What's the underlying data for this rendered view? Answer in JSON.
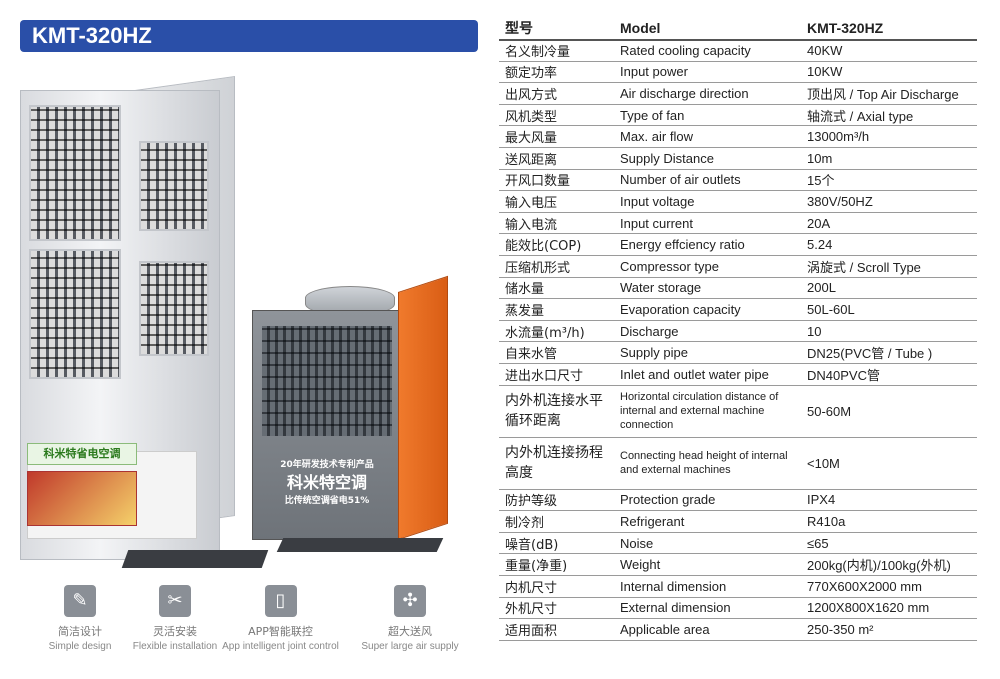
{
  "title": "KMT-320HZ",
  "indoor_labels": {
    "green_panel": "科米特省电空调"
  },
  "outdoor_labels": {
    "line1": "20年研发技术专利产品",
    "line2": "科米特空调",
    "line3": "比传统空调省电51%"
  },
  "features": [
    {
      "icon": "edit-icon",
      "cn": "简洁设计",
      "en": "Simple design"
    },
    {
      "icon": "tools-icon",
      "cn": "灵活安装",
      "en": "Flexible installation"
    },
    {
      "icon": "phone-icon",
      "cn": "APP智能联控",
      "en": "App intelligent joint control"
    },
    {
      "icon": "fan-icon",
      "cn": "超大送风",
      "en": "Super large air supply"
    }
  ],
  "table": {
    "header": {
      "cn": "型号",
      "en": "Model",
      "value": "KMT-320HZ"
    },
    "rows": [
      {
        "cn": "名义制冷量",
        "en": "Rated cooling capacity",
        "value": "40KW"
      },
      {
        "cn": "额定功率",
        "en": "Input power",
        "value": "10KW"
      },
      {
        "cn": "出风方式",
        "en": "Air discharge direction",
        "value": "顶出风 / Top Air Discharge"
      },
      {
        "cn": "风机类型",
        "en": "Type of fan",
        "value": "轴流式 / Axial type"
      },
      {
        "cn": "最大风量",
        "en": "Max. air flow",
        "value": "13000m³/h"
      },
      {
        "cn": "送风距离",
        "en": "Supply Distance",
        "value": "10m"
      },
      {
        "cn": "开风口数量",
        "en": "Number of air outlets",
        "value": "15个"
      },
      {
        "cn": "输入电压",
        "en": "Input voltage",
        "value": "380V/50HZ"
      },
      {
        "cn": "输入电流",
        "en": "Input current",
        "value": "20A"
      },
      {
        "cn": "能效比(COP)",
        "en": "Energy effciency ratio",
        "value": "5.24"
      },
      {
        "cn": "压缩机形式",
        "en": "Compressor type",
        "value": "涡旋式 / Scroll Type"
      },
      {
        "cn": "储水量",
        "en": "Water storage",
        "value": "200L"
      },
      {
        "cn": "蒸发量",
        "en": "Evaporation capacity",
        "value": "50L-60L"
      },
      {
        "cn": "水流量(m³/h)",
        "en": "Discharge",
        "value": "10"
      },
      {
        "cn": "自来水管",
        "en": "Supply pipe",
        "value": "DN25(PVC管 / Tube )"
      },
      {
        "cn": "进出水口尺寸",
        "en": "Inlet and outlet water pipe",
        "value": "DN40PVC管"
      }
    ],
    "tall_rows": [
      {
        "cn": "内外机连接水平循环距离",
        "en": "Horizontal circulation distance of internal and external machine connection",
        "value": "50-60M"
      },
      {
        "cn": "内外机连接扬程高度",
        "en": "Connecting head height of internal and external machines",
        "value": "<10M"
      }
    ],
    "rows2": [
      {
        "cn": "防护等级",
        "en": "Protection grade",
        "value": "IPX4"
      },
      {
        "cn": "制冷剂",
        "en": "Refrigerant",
        "value": "R410a"
      },
      {
        "cn": "噪音(dB)",
        "en": "Noise",
        "value": "≤65"
      },
      {
        "cn": "重量(净重)",
        "en": "Weight",
        "value": "200kg(内机)/100kg(外机)"
      },
      {
        "cn": "内机尺寸",
        "en": "Internal dimension",
        "value": "770X600X2000 mm"
      },
      {
        "cn": "外机尺寸",
        "en": "External dimension",
        "value": "1200X800X1620 mm"
      },
      {
        "cn": "适用面积",
        "en": "Applicable area",
        "value": "250-350 m²"
      }
    ]
  }
}
